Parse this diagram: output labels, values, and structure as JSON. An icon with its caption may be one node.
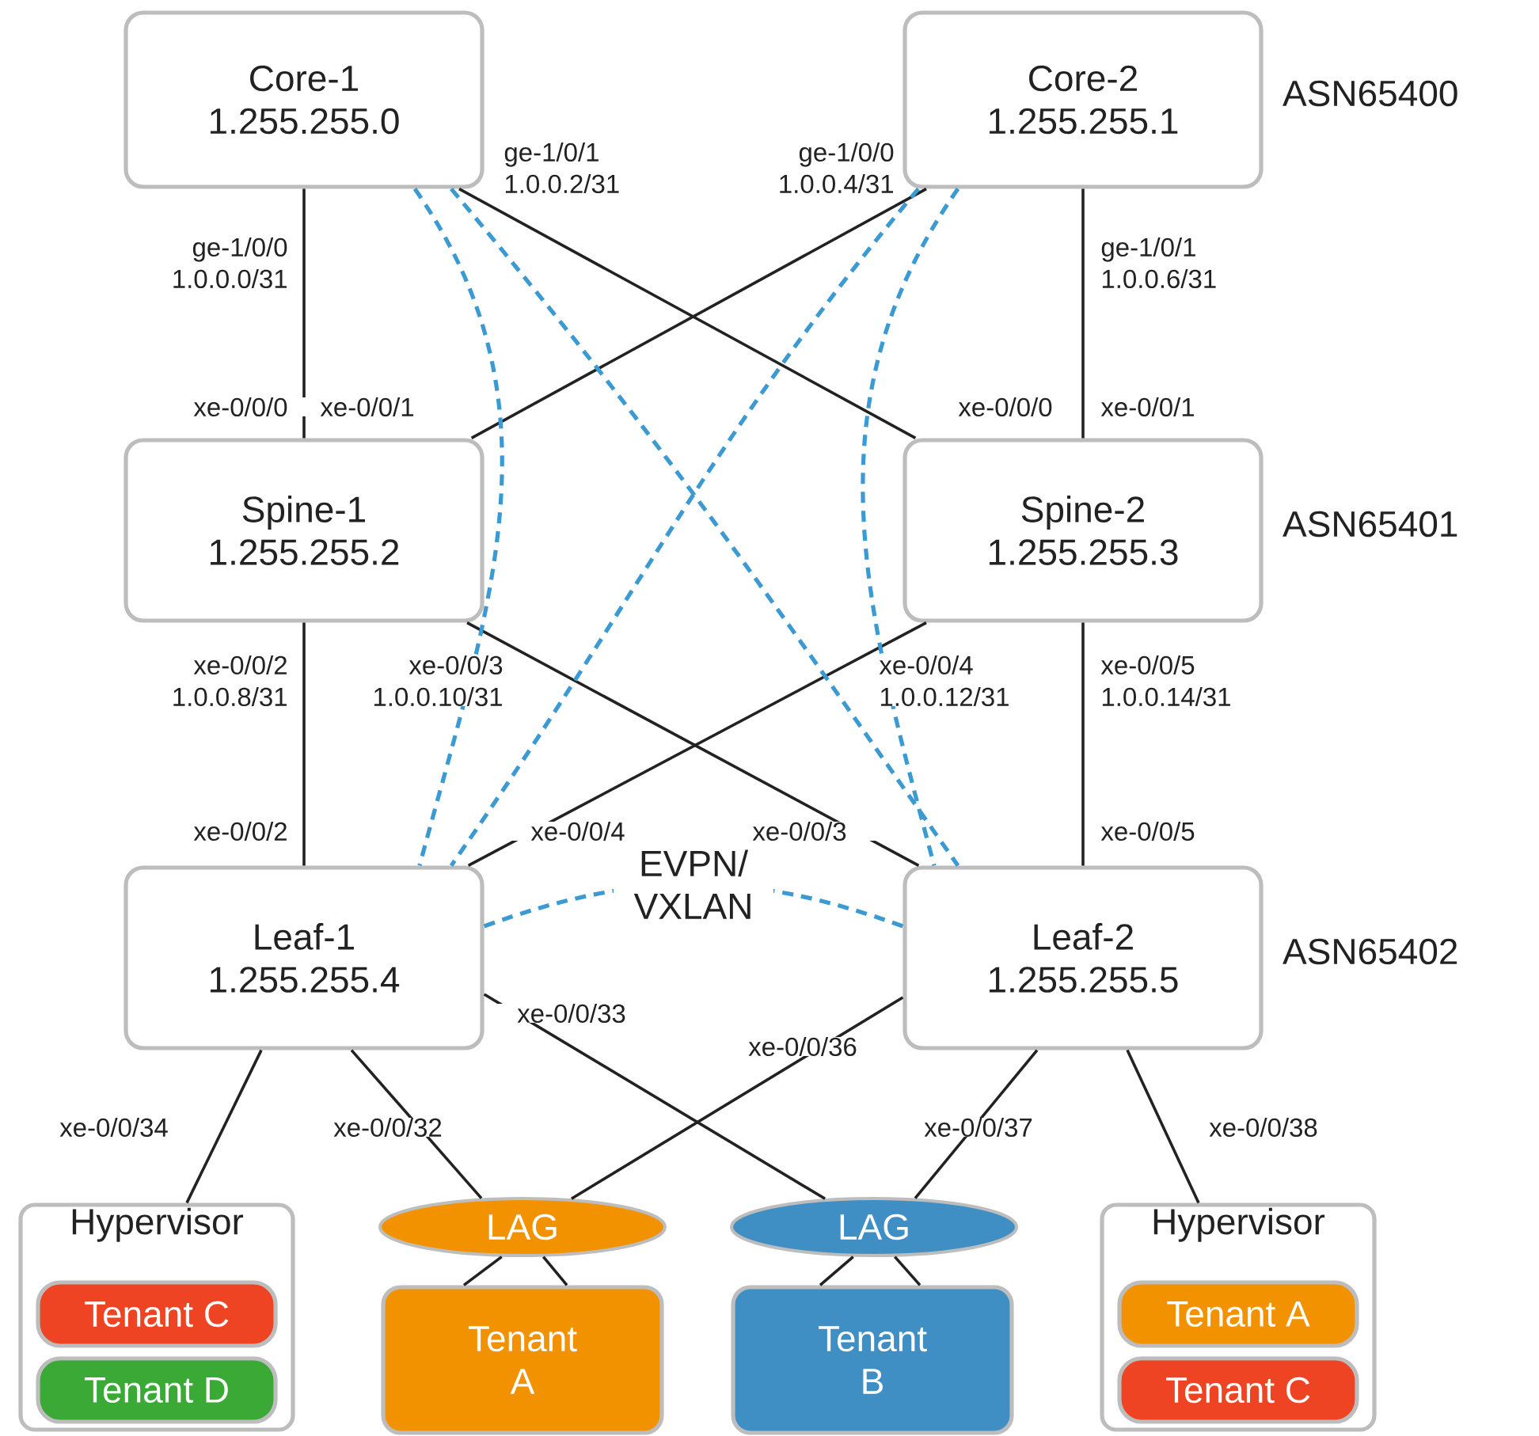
{
  "diagram": {
    "nodes": [
      {
        "text": [
          "Core-1",
          "1.255.255.0"
        ]
      },
      {
        "text": [
          "Core-2",
          "1.255.255.1"
        ],
        "beside": [
          "ASN65400"
        ]
      },
      {
        "text": [
          "Spine-1",
          "1.255.255.2"
        ]
      },
      {
        "text": [
          "Spine-2",
          "1.255.255.3"
        ],
        "beside": [
          "ASN65401"
        ]
      },
      {
        "text": [
          "Leaf-1",
          "1.255.255.4"
        ]
      },
      {
        "text": [
          "Leaf-2",
          "1.255.255.5"
        ],
        "beside": [
          "ASN65402"
        ]
      },
      {
        "text": [
          "Hypervisor"
        ]
      },
      {
        "text": [
          "Tenant C"
        ],
        "in": 6
      },
      {
        "text": [
          "Tenant D"
        ],
        "in": 6
      },
      {
        "text": [
          "LAG"
        ]
      },
      {
        "text": [
          "LAG"
        ]
      },
      {
        "text": [
          "Tenant A"
        ]
      },
      {
        "text": [
          "Tenant B"
        ]
      },
      {
        "text": [
          "Hypervisor"
        ]
      },
      {
        "text": [
          "Tenant A"
        ],
        "in": 13
      },
      {
        "text": [
          "Tenant C"
        ],
        "in": 13
      }
    ],
    "edges": [
      {
        "from": 0,
        "to": 2,
        "arrow": "none"
      },
      {
        "from": 0,
        "to": 3,
        "arrow": "none"
      },
      {
        "from": 1,
        "to": 2,
        "arrow": "none"
      },
      {
        "from": 1,
        "to": 3,
        "arrow": "none"
      },
      {
        "from": 2,
        "to": 4,
        "arrow": "none"
      },
      {
        "from": 2,
        "to": 5,
        "arrow": "none"
      },
      {
        "from": 3,
        "to": 4,
        "arrow": "none"
      },
      {
        "from": 3,
        "to": 5,
        "arrow": "none"
      },
      {
        "from": 4,
        "to": 6,
        "arrow": "none"
      },
      {
        "from": 4,
        "to": 9,
        "arrow": "none"
      },
      {
        "from": 4,
        "to": 10,
        "arrow": "none"
      },
      {
        "from": 5,
        "to": 9,
        "arrow": "none"
      },
      {
        "from": 5,
        "to": 10,
        "arrow": "none"
      },
      {
        "from": 5,
        "to": 13,
        "arrow": "none"
      },
      {
        "from": 9,
        "to": 11,
        "arrow": "none"
      },
      {
        "from": 9,
        "to": 11,
        "arrow": "none"
      },
      {
        "from": 10,
        "to": 12,
        "arrow": "none"
      },
      {
        "from": 10,
        "to": 12,
        "arrow": "none"
      },
      {
        "from": 0,
        "to": 4,
        "arrow": "none",
        "style": "dashed",
        "color": "#3c9ad2"
      },
      {
        "from": 0,
        "to": 5,
        "arrow": "none",
        "style": "dashed",
        "color": "#3c9ad2"
      },
      {
        "from": 1,
        "to": 4,
        "arrow": "none",
        "style": "dashed",
        "color": "#3c9ad2"
      },
      {
        "from": 1,
        "to": 5,
        "arrow": "none",
        "style": "dashed",
        "color": "#3c9ad2"
      },
      {
        "from": 4,
        "to": 5,
        "arrow": "none",
        "style": "dashed",
        "color": "#3c9ad2",
        "label": "EVPN/ VXLAN"
      }
    ],
    "labels": [
      "ge-1/0/1 1.0.0.2/31",
      "ge-1/0/0 1.0.0.4/31",
      "ge-1/0/0 1.0.0.0/31",
      "ge-1/0/1 1.0.0.6/31",
      "xe-0/0/0",
      "xe-0/0/1",
      "xe-0/0/0",
      "xe-0/0/1",
      "xe-0/0/2 1.0.0.8/31",
      "xe-0/0/3 1.0.0.10/31",
      "xe-0/0/4 1.0.0.12/31",
      "xe-0/0/5 1.0.0.14/31",
      "xe-0/0/2",
      "xe-0/0/4",
      "xe-0/0/3",
      "xe-0/0/5",
      "xe-0/0/33",
      "xe-0/0/36",
      "xe-0/0/34",
      "xe-0/0/32",
      "xe-0/0/37",
      "xe-0/0/38"
    ]
  }
}
